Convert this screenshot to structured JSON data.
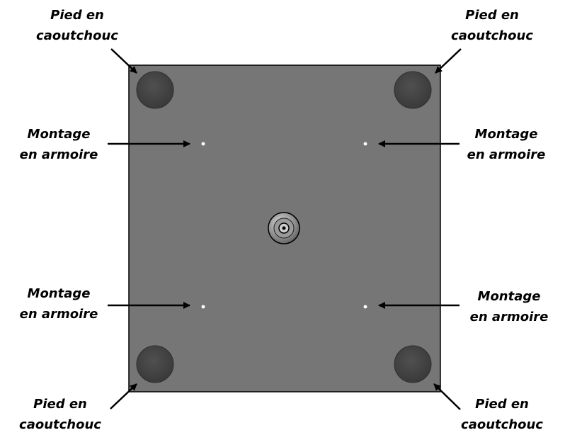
{
  "colors": {
    "panel": "#767676",
    "panel_border": "#000000",
    "foot": "#454545",
    "foot_edge": "#2f2f2f",
    "hole": "#ffffff",
    "arrow": "#000000"
  },
  "labels": {
    "foot_top_left": {
      "line1": "Pied en",
      "line2": "caoutchouc"
    },
    "foot_top_right": {
      "line1": "Pied en",
      "line2": "caoutchouc"
    },
    "foot_bottom_left": {
      "line1": "Pied en",
      "line2": "caoutchouc"
    },
    "foot_bottom_right": {
      "line1": "Pied en",
      "line2": "caoutchouc"
    },
    "mount_top_left": {
      "line1": "Montage",
      "line2": "en armoire"
    },
    "mount_top_right": {
      "line1": "Montage",
      "line2": "en armoire"
    },
    "mount_bottom_left": {
      "line1": "Montage",
      "line2": "en armoire"
    },
    "mount_bottom_right": {
      "line1": "Montage",
      "line2": "en armoire"
    }
  }
}
